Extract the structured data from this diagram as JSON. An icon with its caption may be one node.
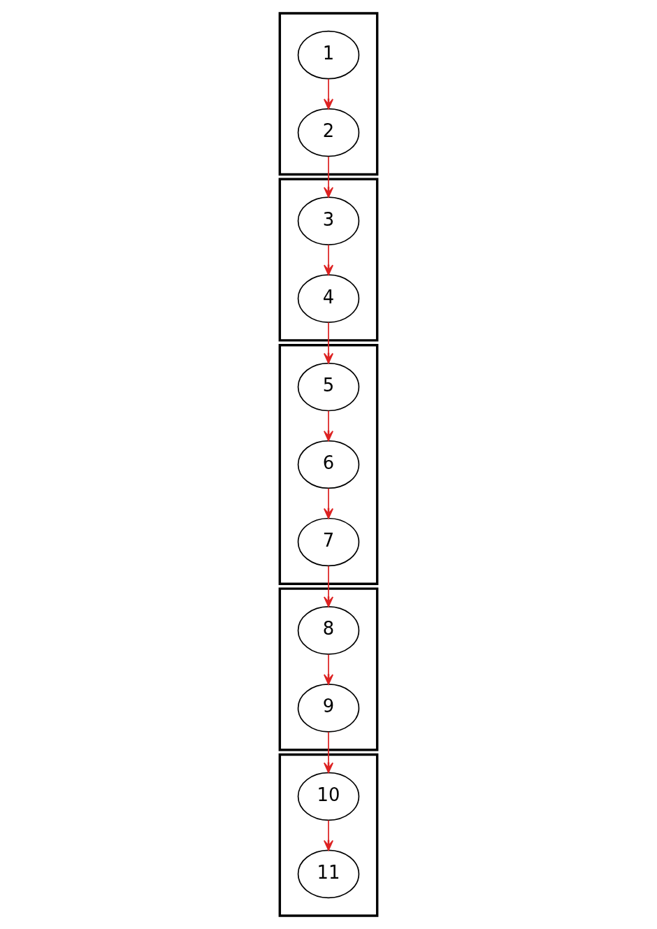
{
  "diagram": {
    "nodes": [
      {
        "text": [],
        "shape": "box"
      },
      {
        "text": [
          "1"
        ],
        "in": 0
      },
      {
        "text": [
          "2"
        ],
        "in": 0
      },
      {
        "text": [],
        "shape": "box"
      },
      {
        "text": [
          "3"
        ],
        "in": 3
      },
      {
        "text": [
          "4"
        ],
        "in": 3
      },
      {
        "text": [],
        "shape": "box"
      },
      {
        "text": [
          "5"
        ],
        "in": 6
      },
      {
        "text": [
          "6"
        ],
        "in": 6
      },
      {
        "text": [
          "7"
        ],
        "in": 6
      },
      {
        "text": [],
        "shape": "box"
      },
      {
        "text": [
          "8"
        ],
        "in": 10
      },
      {
        "text": [
          "9"
        ],
        "in": 10
      },
      {
        "text": [],
        "shape": "box"
      },
      {
        "text": [
          "10"
        ],
        "in": 13
      },
      {
        "text": [
          "11"
        ],
        "in": 13
      }
    ],
    "edges": [
      {
        "from": 1,
        "to": 2,
        "arrow": "to"
      },
      {
        "from": 2,
        "to": 4,
        "arrow": "to"
      },
      {
        "from": 4,
        "to": 5,
        "arrow": "to"
      },
      {
        "from": 5,
        "to": 7,
        "arrow": "to"
      },
      {
        "from": 7,
        "to": 8,
        "arrow": "to"
      },
      {
        "from": 8,
        "to": 9,
        "arrow": "to"
      },
      {
        "from": 9,
        "to": 11,
        "arrow": "to"
      },
      {
        "from": 11,
        "to": 12,
        "arrow": "to"
      },
      {
        "from": 12,
        "to": 14,
        "arrow": "to"
      },
      {
        "from": 14,
        "to": 15,
        "arrow": "to"
      }
    ]
  }
}
